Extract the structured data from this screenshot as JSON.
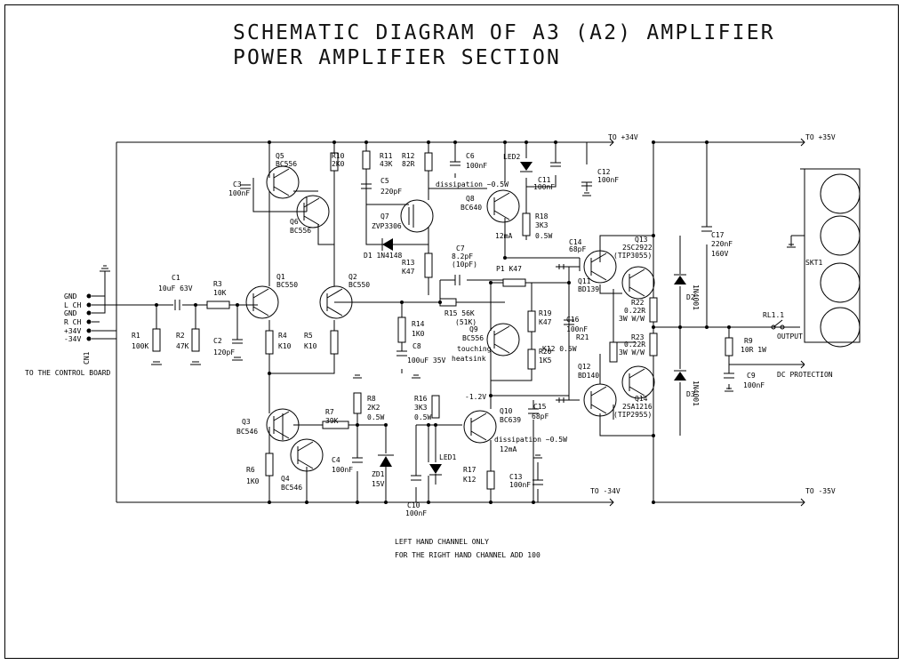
{
  "title": {
    "line1": "SCHEMATIC DIAGRAM OF A3 (A2) AMPLIFIER",
    "line2": "POWER AMPLIFIER SECTION"
  },
  "rails": {
    "plus34": "TO +34V",
    "plus35": "TO +35V",
    "minus34": "TO -34V",
    "minus35": "TO -35V"
  },
  "connector": {
    "pins": [
      "GND",
      "L CH",
      "GND",
      "R CH",
      "+34V",
      "-34V"
    ],
    "name": "CN1",
    "dest": "TO THE CONTROL BOARD"
  },
  "labels": [
    {
      "text": "Q5",
      "id": "q5"
    },
    {
      "text": "BC556",
      "id": "q5v"
    },
    {
      "text": "R10",
      "id": "r10"
    },
    {
      "text": "2K0",
      "id": "r10v"
    },
    {
      "text": "R11",
      "id": "r11"
    },
    {
      "text": "43K",
      "id": "r11v"
    },
    {
      "text": "R12",
      "id": "r12"
    },
    {
      "text": "82R",
      "id": "r12v"
    },
    {
      "text": "C6",
      "id": "c6"
    },
    {
      "text": "100nF",
      "id": "c6v"
    },
    {
      "text": "LED2",
      "id": "led2"
    },
    {
      "text": "C11",
      "id": "c11"
    },
    {
      "text": "100nF",
      "id": "c11v"
    },
    {
      "text": "C12",
      "id": "c12"
    },
    {
      "text": "100nF",
      "id": "c12v"
    },
    {
      "text": "C3",
      "id": "c3"
    },
    {
      "text": "100nF",
      "id": "c3v"
    },
    {
      "text": "C5",
      "id": "c5"
    },
    {
      "text": "220pF",
      "id": "c5v"
    },
    {
      "text": "dissipation ~0.5W",
      "id": "diss1"
    },
    {
      "text": "Q6",
      "id": "q6"
    },
    {
      "text": "BC556",
      "id": "q6v"
    },
    {
      "text": "Q7",
      "id": "q7"
    },
    {
      "text": "ZVP3306",
      "id": "q7v"
    },
    {
      "text": "Q8",
      "id": "q8"
    },
    {
      "text": "BC640",
      "id": "q8v"
    },
    {
      "text": "R18",
      "id": "r18"
    },
    {
      "text": "3K3",
      "id": "r18v"
    },
    {
      "text": "0.5W",
      "id": "r18w"
    },
    {
      "text": "D1 1N4148",
      "id": "d1"
    },
    {
      "text": "12mA",
      "id": "i1"
    },
    {
      "text": "R13",
      "id": "r13"
    },
    {
      "text": "K47",
      "id": "r13v"
    },
    {
      "text": "C7",
      "id": "c7"
    },
    {
      "text": "8.2pF",
      "id": "c7v"
    },
    {
      "text": "(10pF)",
      "id": "c7a"
    },
    {
      "text": "P1 K47",
      "id": "p1"
    },
    {
      "text": "C14",
      "id": "c14"
    },
    {
      "text": "68pF",
      "id": "c14v"
    },
    {
      "text": "Q13",
      "id": "q13"
    },
    {
      "text": "2SC2922",
      "id": "q13v"
    },
    {
      "text": "(TIP3055)",
      "id": "q13a"
    },
    {
      "text": "C17",
      "id": "c17"
    },
    {
      "text": "220nF",
      "id": "c17v"
    },
    {
      "text": "160V",
      "id": "c17w"
    },
    {
      "text": "C1",
      "id": "c1"
    },
    {
      "text": "10uF 63V",
      "id": "c1v"
    },
    {
      "text": "R3",
      "id": "r3"
    },
    {
      "text": "10K",
      "id": "r3v"
    },
    {
      "text": "Q1",
      "id": "q1"
    },
    {
      "text": "BC550",
      "id": "q1v"
    },
    {
      "text": "Q2",
      "id": "q2"
    },
    {
      "text": "BC550",
      "id": "q2v"
    },
    {
      "text": "Q11",
      "id": "q11"
    },
    {
      "text": "BD139",
      "id": "q11v"
    },
    {
      "text": "D2",
      "id": "d2"
    },
    {
      "text": "1N4001",
      "id": "d2v"
    },
    {
      "text": "R15 56K",
      "id": "r15"
    },
    {
      "text": "(51K)",
      "id": "r15a"
    },
    {
      "text": "R19",
      "id": "r19"
    },
    {
      "text": "K47",
      "id": "r19v"
    },
    {
      "text": "R22",
      "id": "r22"
    },
    {
      "text": "0.22R",
      "id": "r22v"
    },
    {
      "text": "3W W/W",
      "id": "r22w"
    },
    {
      "text": "R14",
      "id": "r14"
    },
    {
      "text": "1K0",
      "id": "r14v"
    },
    {
      "text": "Q9",
      "id": "q9"
    },
    {
      "text": "BC556",
      "id": "q9v"
    },
    {
      "text": "touching",
      "id": "q9a"
    },
    {
      "text": "heatsink",
      "id": "q9b"
    },
    {
      "text": "C16",
      "id": "c16"
    },
    {
      "text": "100nF",
      "id": "c16v"
    },
    {
      "text": "RL1.1",
      "id": "rl"
    },
    {
      "text": "OUTPUT",
      "id": "out"
    },
    {
      "text": "R1",
      "id": "r1"
    },
    {
      "text": "100K",
      "id": "r1v"
    },
    {
      "text": "R2",
      "id": "r2"
    },
    {
      "text": "47K",
      "id": "r2v"
    },
    {
      "text": "C2",
      "id": "c2"
    },
    {
      "text": "120pF",
      "id": "c2v"
    },
    {
      "text": "R4",
      "id": "r4"
    },
    {
      "text": "K10",
      "id": "r4v"
    },
    {
      "text": "R5",
      "id": "r5"
    },
    {
      "text": "K10",
      "id": "r5v"
    },
    {
      "text": "C8",
      "id": "c8"
    },
    {
      "text": "100uF 35V",
      "id": "c8v"
    },
    {
      "text": "R21",
      "id": "r21"
    },
    {
      "text": "K12 0.5W",
      "id": "r21v"
    },
    {
      "text": "R23",
      "id": "r23"
    },
    {
      "text": "0.22R",
      "id": "r23v"
    },
    {
      "text": "3W W/W",
      "id": "r23w"
    },
    {
      "text": "R9",
      "id": "r9"
    },
    {
      "text": "10R 1W",
      "id": "r9v"
    },
    {
      "text": "C9",
      "id": "c9"
    },
    {
      "text": "100nF",
      "id": "c9v"
    },
    {
      "text": "R20",
      "id": "r20"
    },
    {
      "text": "1K5",
      "id": "r20v"
    },
    {
      "text": "Q12",
      "id": "q12"
    },
    {
      "text": "BD140",
      "id": "q12v"
    },
    {
      "text": "Q14",
      "id": "q14"
    },
    {
      "text": "2SA1216",
      "id": "q14v"
    },
    {
      "text": "(TIP2955)",
      "id": "q14a"
    },
    {
      "text": "DC PROTECTION",
      "id": "dcp"
    },
    {
      "text": "D3",
      "id": "d3"
    },
    {
      "text": "1N4001",
      "id": "d3v"
    },
    {
      "text": "-1.2V",
      "id": "v12"
    },
    {
      "text": "R8",
      "id": "r8"
    },
    {
      "text": "2K2",
      "id": "r8v"
    },
    {
      "text": "0.5W",
      "id": "r8w"
    },
    {
      "text": "R16",
      "id": "r16"
    },
    {
      "text": "3K3",
      "id": "r16v"
    },
    {
      "text": "0.5W",
      "id": "r16w"
    },
    {
      "text": "Q10",
      "id": "q10"
    },
    {
      "text": "BC639",
      "id": "q10v"
    },
    {
      "text": "C15",
      "id": "c15"
    },
    {
      "text": "68pF",
      "id": "c15v"
    },
    {
      "text": "Q3",
      "id": "q3"
    },
    {
      "text": "BC546",
      "id": "q3v"
    },
    {
      "text": "R7",
      "id": "r7"
    },
    {
      "text": "39K",
      "id": "r7v"
    },
    {
      "text": "dissipation ~0.5W",
      "id": "diss2"
    },
    {
      "text": "12mA",
      "id": "i2"
    },
    {
      "text": "LED1",
      "id": "led1"
    },
    {
      "text": "C4",
      "id": "c4"
    },
    {
      "text": "100nF",
      "id": "c4v"
    },
    {
      "text": "ZD1",
      "id": "zd1"
    },
    {
      "text": "15V",
      "id": "zd1v"
    },
    {
      "text": "R17",
      "id": "r17"
    },
    {
      "text": "K12",
      "id": "r17v"
    },
    {
      "text": "C13",
      "id": "c13"
    },
    {
      "text": "100nF",
      "id": "c13v"
    },
    {
      "text": "R6",
      "id": "r6"
    },
    {
      "text": "1K0",
      "id": "r6v"
    },
    {
      "text": "Q4",
      "id": "q4"
    },
    {
      "text": "BC546",
      "id": "q4v"
    },
    {
      "text": "C10",
      "id": "c10"
    },
    {
      "text": "100nF",
      "id": "c10v"
    },
    {
      "text": "SKT1",
      "id": "skt"
    }
  ],
  "notes": {
    "line1": "LEFT HAND CHANNEL ONLY",
    "line2": "FOR THE RIGHT HAND CHANNEL ADD 100"
  }
}
